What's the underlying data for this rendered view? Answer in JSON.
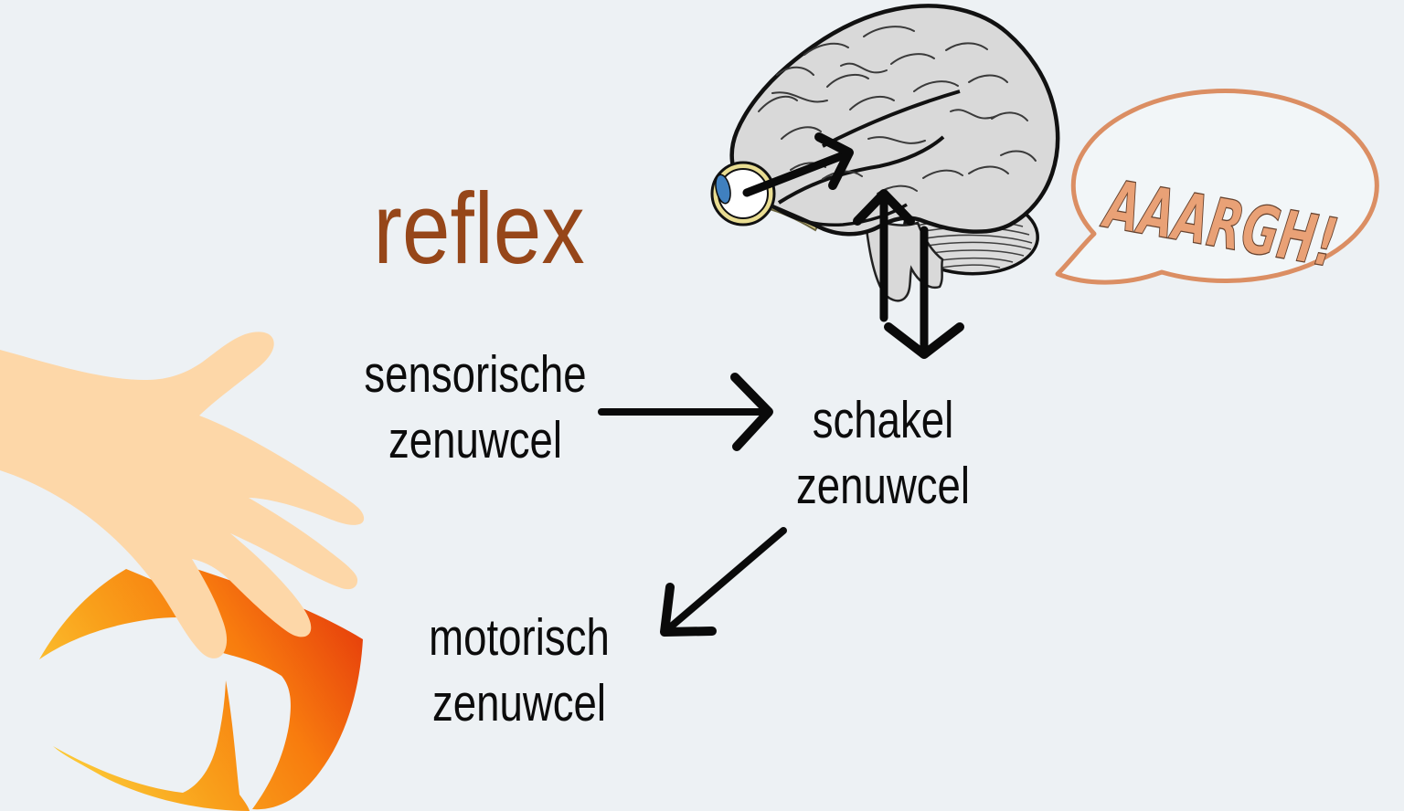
{
  "title": {
    "text": "reflex",
    "color": "#964619"
  },
  "nodes": {
    "sensory": {
      "line1": "sensorische",
      "line2": "zenuwcel"
    },
    "relay": {
      "line1": "schakel",
      "line2": "zenuwcel"
    },
    "motor": {
      "line1": "motorisch",
      "line2": "zenuwcel"
    }
  },
  "scream": {
    "text": "AAARGH!"
  },
  "colors": {
    "background": "#edf1f4",
    "title": "#964619",
    "label_text": "#0c0c0c",
    "arrow": "#0a0a0a",
    "brain": "#d9d9d9",
    "cerebellum": "#dcdcdc",
    "brain_outline": "#111111",
    "hand": "#fdd7a8",
    "flame_yellow": "#fdd23c",
    "flame_orange": "#f87c0e",
    "flame_red": "#e53a0c",
    "optic_nerve": "#e9dd92",
    "eye_ring": "#e9dd92",
    "eye_iris": "#4080bf",
    "bubble_outline": "#db8e63",
    "scream_text": "#e9a176"
  }
}
